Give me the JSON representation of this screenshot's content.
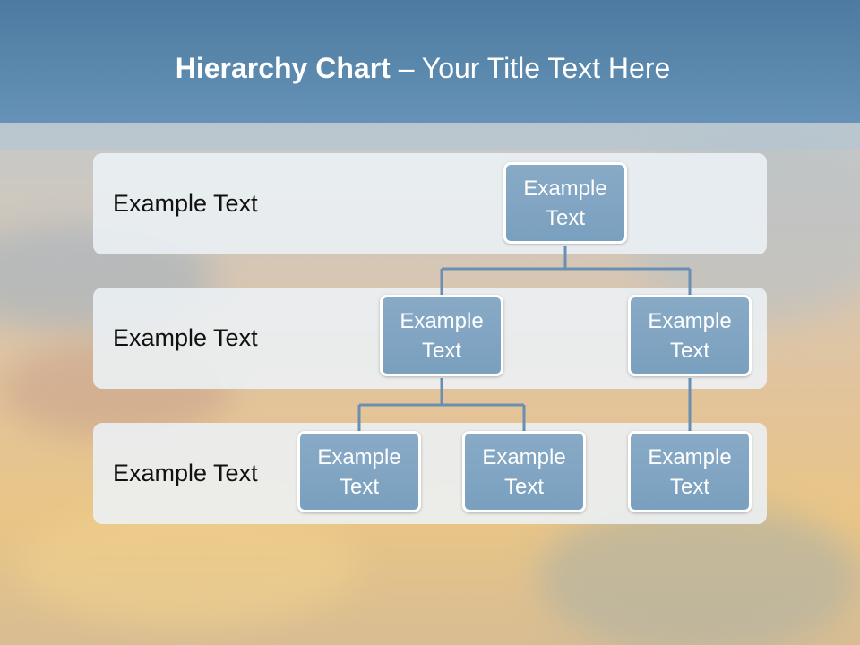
{
  "title": {
    "bold": "Hierarchy Chart",
    "rest": " – Your Title Text Here"
  },
  "levels": [
    {
      "label": "Example Text"
    },
    {
      "label": "Example Text"
    },
    {
      "label": "Example Text"
    }
  ],
  "nodes": {
    "root": "Example Text",
    "level2_left": "Example Text",
    "level2_right": "Example Text",
    "level3_a": "Example Text",
    "level3_b": "Example Text",
    "level3_c": "Example Text"
  },
  "colors": {
    "header": "#5a87ad",
    "node_fill": "#7fa4c3",
    "connector": "#6a8fb0"
  }
}
